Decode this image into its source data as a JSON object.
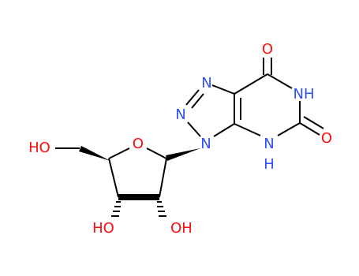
{
  "colors": {
    "bond": "#000000",
    "N": "#3050F8",
    "O": "#FF0D0D"
  },
  "atoms": {
    "n_triazole_top": {
      "symbol": "N",
      "text": "N"
    },
    "n_triazole_mid": {
      "symbol": "N",
      "text": "N"
    },
    "n_glycosidic": {
      "symbol": "N",
      "text": "N"
    },
    "nh_imide": {
      "symbol": "N",
      "text": "NH"
    },
    "nh_ring": {
      "symbol": "N",
      "text": "H"
    },
    "n_ring_lower": {
      "symbol": "N",
      "text": "N"
    },
    "o_carbonyl_top": {
      "symbol": "O",
      "text": "O"
    },
    "o_carbonyl_right": {
      "symbol": "O",
      "text": "O"
    },
    "o_ribose_ring": {
      "symbol": "O",
      "text": "O"
    },
    "oh_primary": {
      "symbol": "O",
      "text": "HO"
    },
    "oh_c3": {
      "symbol": "O",
      "text": "HO"
    },
    "oh_c2": {
      "symbol": "O",
      "text": "OH"
    }
  }
}
